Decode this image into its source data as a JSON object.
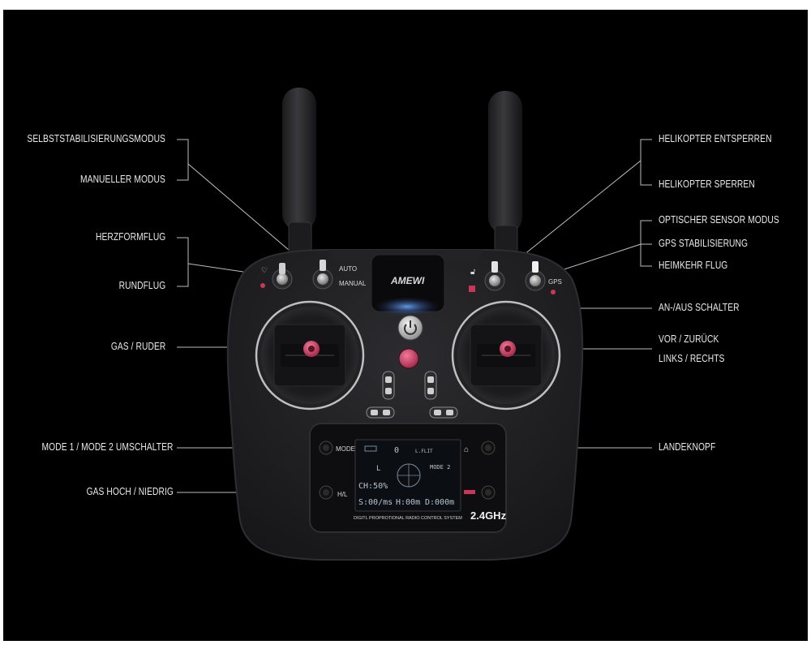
{
  "callouts_left": [
    {
      "id": "self-stab",
      "text": "SELBSTSTABILISIERUNGSMODUS"
    },
    {
      "id": "manual",
      "text": "MANUELLER MODUS"
    },
    {
      "id": "heart",
      "text": "HERZFORMFLUG"
    },
    {
      "id": "round",
      "text": "RUNDFLUG"
    },
    {
      "id": "throttle",
      "text": "GAS / RUDER"
    },
    {
      "id": "mode-switch",
      "text": "MODE 1 / MODE 2 UMSCHALTER"
    },
    {
      "id": "throttle-hl",
      "text": "GAS HOCH / NIEDRIG"
    }
  ],
  "callouts_right": [
    {
      "id": "unlock",
      "text": "HELIKOPTER ENTSPERREN"
    },
    {
      "id": "lock",
      "text": "HELIKOPTER SPERREN"
    },
    {
      "id": "optical",
      "text": "OPTISCHER SENSOR MODUS"
    },
    {
      "id": "gps",
      "text": "GPS STABILISIERUNG"
    },
    {
      "id": "home",
      "text": "HEIMKEHR FLUG"
    },
    {
      "id": "power",
      "text": "AN-/AUS SCHALTER"
    },
    {
      "id": "fwd",
      "text": "VOR / ZURÜCK"
    },
    {
      "id": "lr",
      "text": "LINKS / RECHTS"
    },
    {
      "id": "land",
      "text": "LANDEKNOPF"
    }
  ],
  "device": {
    "brand": "AMEWI",
    "switch_auto": "AUTO",
    "switch_manual": "MANUAL",
    "switch_gps": "GPS",
    "mode_button": "MODE",
    "hl_button": "H/L",
    "band": "2.4GHz",
    "tagline": "DIGITL PROPROTIONAL RADIO CONTROL SYSTEM",
    "lcd": {
      "flight_mode": "L.FLIT",
      "channel": "0",
      "lcd_l": "L",
      "mode_label": "MODE 2",
      "throttle": "CH:50%",
      "speed": "S:00/ms",
      "height": "H:00m",
      "distance": "D:000m"
    }
  },
  "colors": {
    "background": "#000000",
    "body": "#1e1e20",
    "accent_pink": "#c8375a",
    "lcd": "#0b0f14",
    "label": "#eaeaea"
  }
}
